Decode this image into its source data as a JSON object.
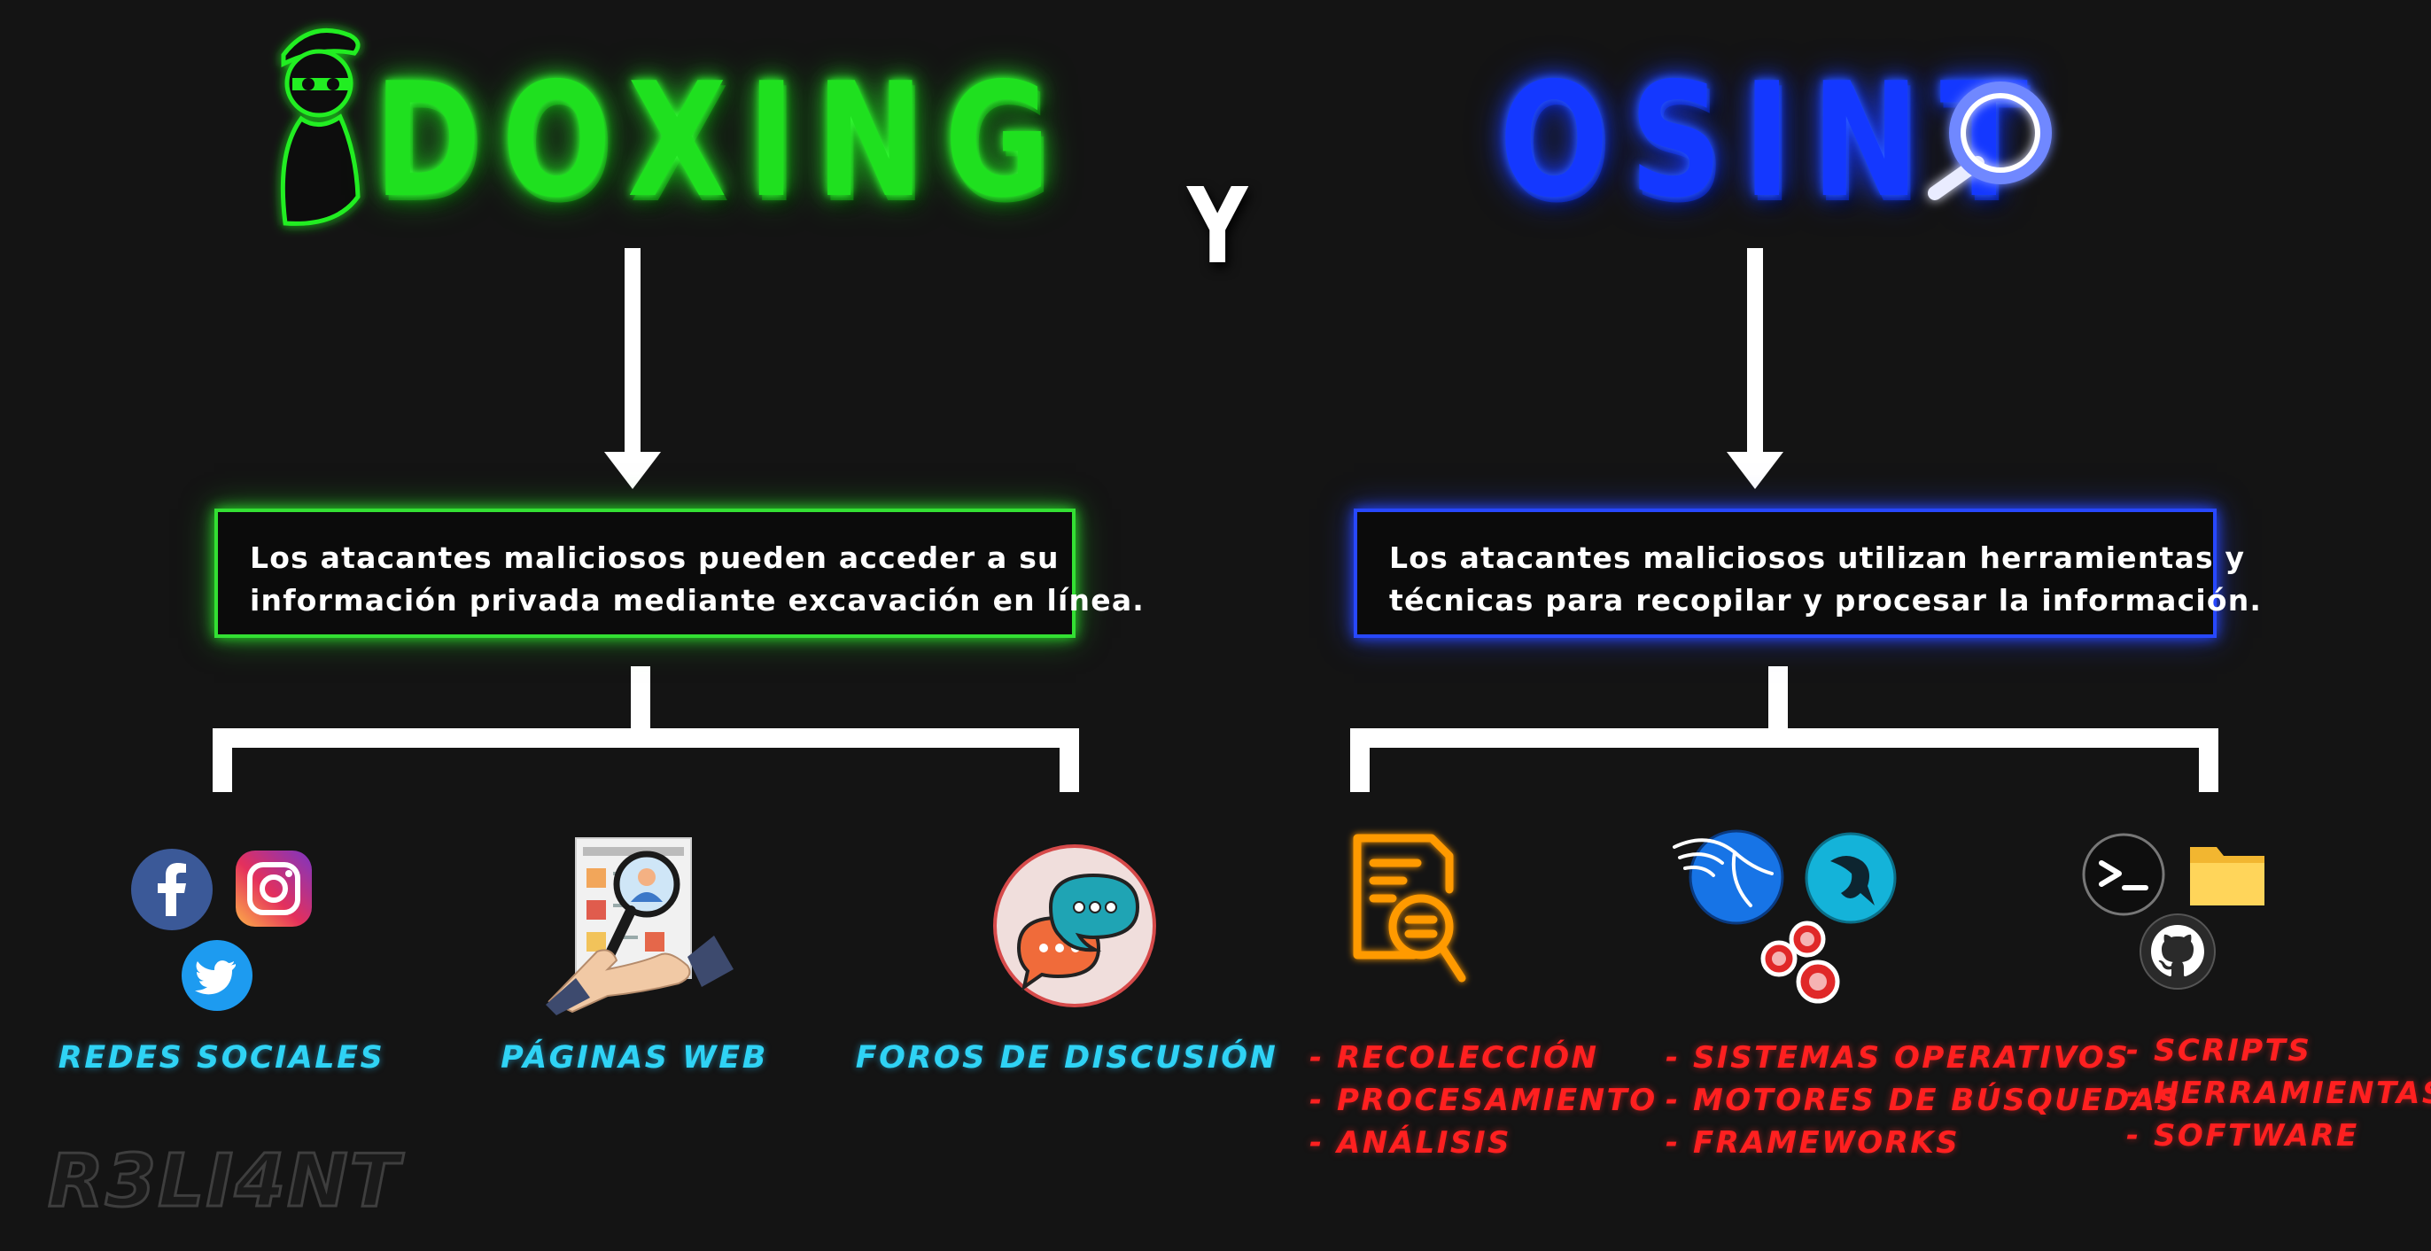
{
  "titles": {
    "left": "DOXING",
    "connector": "Y",
    "right": "OSINT"
  },
  "left_branch": {
    "description_lines": [
      "Los atacantes maliciosos pueden acceder a su",
      "información privada mediante excavación en línea."
    ],
    "categories": [
      {
        "label": "REDES SOCIALES",
        "icons": [
          "facebook-icon",
          "instagram-icon",
          "twitter-icon"
        ]
      },
      {
        "label": "PÁGINAS WEB",
        "icons": [
          "web-page-magnifier-icon"
        ]
      },
      {
        "label": "FOROS DE DISCUSIÓN",
        "icons": [
          "chat-bubbles-icon"
        ]
      }
    ]
  },
  "right_branch": {
    "description_lines": [
      "Los atacantes maliciosos utilizan herramientas y",
      "técnicas para recopilar y procesar la información."
    ],
    "groups": [
      {
        "items": [
          "- RECOLECCIÓN",
          "- PROCESAMIENTO",
          "- ANÁLISIS"
        ],
        "icons": [
          "document-search-icon"
        ]
      },
      {
        "items": [
          "- SISTEMAS OPERATIVOS",
          "- MOTORES DE BÚSQUEDAS",
          "- FRAMEWORKS"
        ],
        "icons": [
          "kali-linux-icon",
          "parrot-os-icon",
          "framework-circles-icon"
        ]
      },
      {
        "items": [
          "- SCRIPTS",
          "- HERRAMIENTAS",
          "- SOFTWARE"
        ],
        "icons": [
          "terminal-icon",
          "folder-icon",
          "github-icon"
        ]
      }
    ]
  },
  "watermark": "R3LI4NT",
  "colors": {
    "background": "#141414",
    "doxing_green": "#1fe01f",
    "osint_blue": "#1438ff",
    "category_cyan": "#2fd3f5",
    "list_red": "#ff2020"
  }
}
